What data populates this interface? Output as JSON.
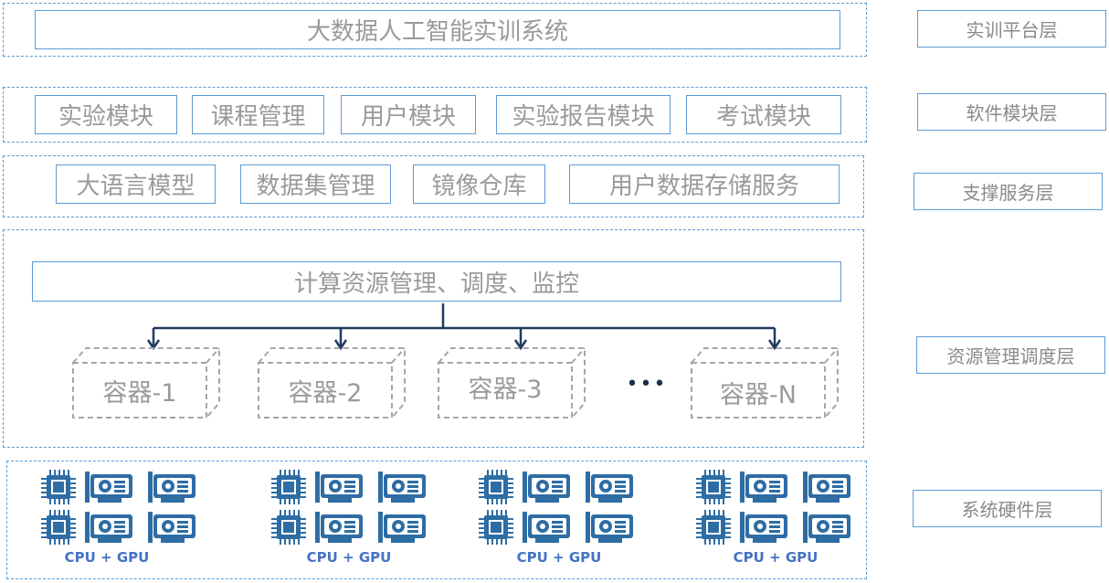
{
  "layers": {
    "platform": {
      "label": "实训平台层",
      "title": "大数据人工智能实训系统"
    },
    "software": {
      "label": "软件模块层",
      "modules": [
        "实验模块",
        "课程管理",
        "用户模块",
        "实验报告模块",
        "考试模块"
      ]
    },
    "support": {
      "label": "支撑服务层",
      "services": [
        "大语言模型",
        "数据集管理",
        "镜像仓库",
        "用户数据存储服务"
      ]
    },
    "resource": {
      "label": "资源管理调度层",
      "manager": "计算资源管理、调度、监控",
      "containers": [
        "容器-1",
        "容器-2",
        "容器-3",
        "容器-N"
      ],
      "ellipsis": "•••"
    },
    "hardware": {
      "label": "系统硬件层",
      "groups": [
        "CPU + GPU",
        "CPU + GPU",
        "CPU + GPU",
        "CPU + GPU"
      ]
    }
  },
  "colors": {
    "border": "#5b9bd5",
    "text": "#9a9a9a",
    "container_border": "#a6a6a6",
    "arrow": "#1f3b60",
    "icon": "#2e6da4"
  },
  "icons": {
    "cpu": "cpu-chip-icon",
    "gpu": "gpu-card-icon"
  }
}
